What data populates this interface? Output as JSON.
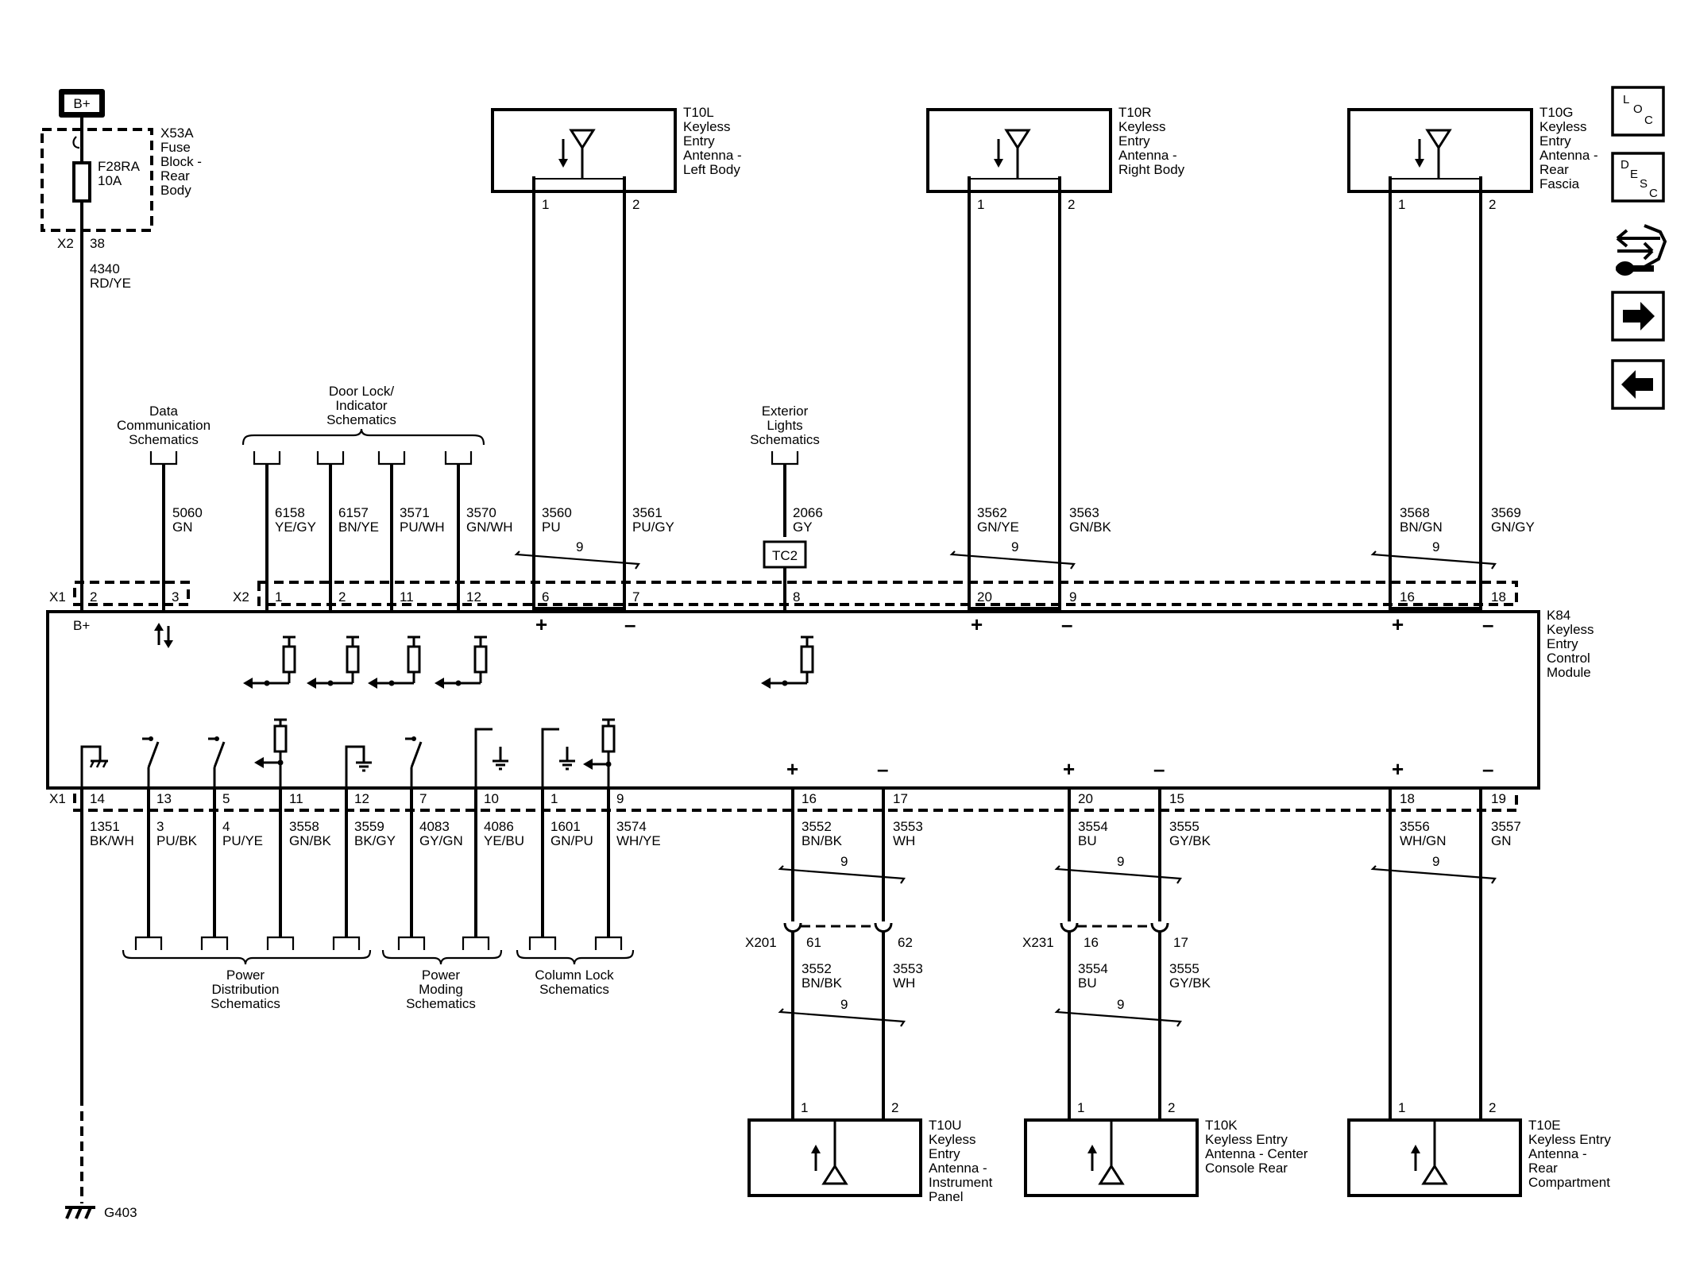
{
  "power": {
    "label": "B+"
  },
  "fuse_block": {
    "name": "X53A Fuse Block - Rear Body",
    "lines": [
      "X53A",
      "Fuse",
      "Block -",
      "Rear",
      "Body"
    ],
    "fuse": [
      "F28RA",
      "10A"
    ],
    "connector": "X2",
    "pin": "38",
    "circuit": "4340",
    "color": "RD/YE"
  },
  "module": {
    "name": "K84 Keyless Entry Control Module",
    "lines": [
      "K84",
      "Keyless",
      "Entry",
      "Control",
      "Module"
    ],
    "bplus": "B+"
  },
  "connectors": {
    "x1": "X1",
    "x2": "X2",
    "x201": "X201",
    "x231": "X231",
    "tc2": "TC2"
  },
  "twist": "9",
  "pol_plus": "+",
  "pol_minus": "–",
  "top_refs": {
    "data_comm": [
      "Data",
      "Communication",
      "Schematics"
    ],
    "door_lock": [
      "Door Lock/",
      "Indicator",
      "Schematics"
    ],
    "ext_lights": [
      "Exterior",
      "Lights",
      "Schematics"
    ]
  },
  "bottom_refs": {
    "power_dist": [
      "Power",
      "Distribution",
      "Schematics"
    ],
    "power_moding": [
      "Power",
      "Moding",
      "Schematics"
    ],
    "column_lock": [
      "Column Lock",
      "Schematics"
    ]
  },
  "top_pins": [
    {
      "pin": "2",
      "circuit": "",
      "color": ""
    },
    {
      "pin": "3",
      "circuit": "5060",
      "color": "GN"
    },
    {
      "pin": "1",
      "circuit": "6158",
      "color": "YE/GY"
    },
    {
      "pin": "2",
      "circuit": "6157",
      "color": "BN/YE"
    },
    {
      "pin": "11",
      "circuit": "3571",
      "color": "PU/WH"
    },
    {
      "pin": "12",
      "circuit": "3570",
      "color": "GN/WH"
    },
    {
      "pin": "6",
      "circuit": "3560",
      "color": "PU"
    },
    {
      "pin": "7",
      "circuit": "3561",
      "color": "PU/GY"
    },
    {
      "pin": "8",
      "circuit": "2066",
      "color": "GY"
    },
    {
      "pin": "20",
      "circuit": "3562",
      "color": "GN/YE"
    },
    {
      "pin": "9",
      "circuit": "3563",
      "color": "GN/BK"
    },
    {
      "pin": "16",
      "circuit": "3568",
      "color": "BN/GN"
    },
    {
      "pin": "18",
      "circuit": "3569",
      "color": "GN/GY"
    }
  ],
  "bottom_pins": [
    {
      "pin": "14",
      "circuit": "1351",
      "color": "BK/WH"
    },
    {
      "pin": "13",
      "circuit": "3",
      "color": "PU/BK"
    },
    {
      "pin": "5",
      "circuit": "4",
      "color": "PU/YE"
    },
    {
      "pin": "11",
      "circuit": "3558",
      "color": "GN/BK"
    },
    {
      "pin": "12",
      "circuit": "3559",
      "color": "BK/GY"
    },
    {
      "pin": "7",
      "circuit": "4083",
      "color": "GY/GN"
    },
    {
      "pin": "10",
      "circuit": "4086",
      "color": "YE/BU"
    },
    {
      "pin": "1",
      "circuit": "1601",
      "color": "GN/PU"
    },
    {
      "pin": "9",
      "circuit": "3574",
      "color": "WH/YE"
    },
    {
      "pin": "16",
      "circuit": "3552",
      "color": "BN/BK"
    },
    {
      "pin": "17",
      "circuit": "3553",
      "color": "WH"
    },
    {
      "pin": "20",
      "circuit": "3554",
      "color": "BU"
    },
    {
      "pin": "15",
      "circuit": "3555",
      "color": "GY/BK"
    },
    {
      "pin": "18",
      "circuit": "3556",
      "color": "WH/GN"
    },
    {
      "pin": "19",
      "circuit": "3557",
      "color": "GN"
    }
  ],
  "inline": {
    "x201_pins": [
      "61",
      "62"
    ],
    "x231_pins": [
      "16",
      "17"
    ],
    "x201_circuits": [
      {
        "circuit": "3552",
        "color": "BN/BK"
      },
      {
        "circuit": "3553",
        "color": "WH"
      }
    ],
    "x231_circuits": [
      {
        "circuit": "3554",
        "color": "BU"
      },
      {
        "circuit": "3555",
        "color": "GY/BK"
      }
    ]
  },
  "antennas_top": [
    {
      "lines": [
        "T10L",
        "Keyless",
        "Entry",
        "Antenna -",
        "Left Body"
      ],
      "pins": [
        "1",
        "2"
      ]
    },
    {
      "lines": [
        "T10R",
        "Keyless",
        "Entry",
        "Antenna -",
        "Right Body"
      ],
      "pins": [
        "1",
        "2"
      ]
    },
    {
      "lines": [
        "T10G",
        "Keyless",
        "Entry",
        "Antenna -",
        "Rear",
        "Fascia"
      ],
      "pins": [
        "1",
        "2"
      ]
    }
  ],
  "antennas_bottom": [
    {
      "lines": [
        "T10U",
        "Keyless",
        "Entry",
        "Antenna -",
        "Instrument",
        "Panel"
      ],
      "pins": [
        "1",
        "2"
      ]
    },
    {
      "lines": [
        "T10K",
        "Keyless Entry",
        "Antenna - Center",
        "Console Rear"
      ],
      "pins": [
        "1",
        "2"
      ]
    },
    {
      "lines": [
        "T10E",
        "Keyless Entry",
        "Antenna -",
        "Rear",
        "Compartment"
      ],
      "pins": [
        "1",
        "2"
      ]
    }
  ],
  "ground": {
    "label": "G403"
  },
  "nav": {
    "loc": [
      "L",
      "O",
      "C"
    ],
    "desc": [
      "D",
      "E",
      "S",
      "C"
    ],
    "icons": [
      "component-swap-icon",
      "arrow-right-icon",
      "arrow-left-icon"
    ]
  }
}
